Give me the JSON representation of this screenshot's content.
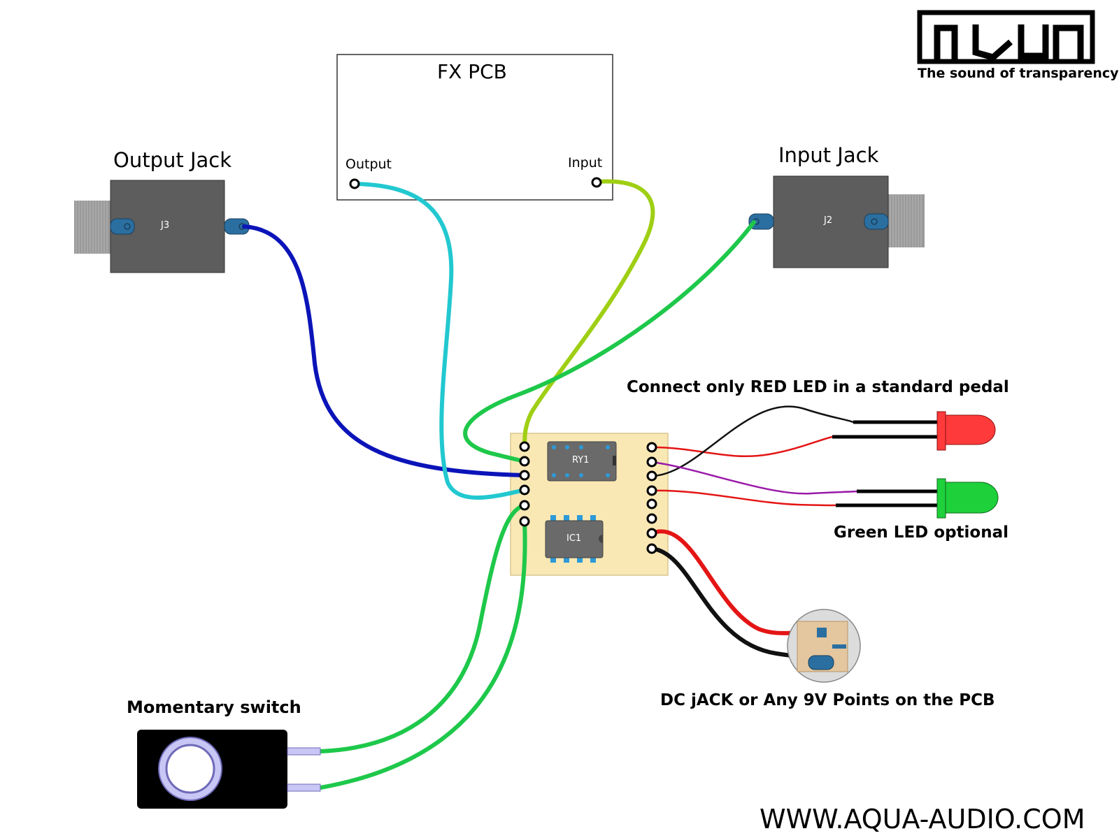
{
  "logo": {
    "text": "NVUN",
    "tagline": "The sound of transparency"
  },
  "fx_pcb": {
    "title": "FX PCB",
    "output_label": "Output",
    "input_label": "Input"
  },
  "output_jack": {
    "title": "Output Jack",
    "ref": "J3"
  },
  "input_jack": {
    "title": "Input Jack",
    "ref": "J2"
  },
  "relay": {
    "ref": "RY1"
  },
  "ic": {
    "ref": "IC1"
  },
  "leds": {
    "red_note": "Connect only RED LED in a standard pedal",
    "green_note": "Green LED optional"
  },
  "dc_jack": {
    "note": "DC jACK or Any 9V Points on the PCB"
  },
  "switch": {
    "title": "Momentary switch"
  },
  "website": "WWW.AQUA-AUDIO.COM",
  "colors": {
    "wire_output": "#0b14b8",
    "wire_fx_out": "#22c8d0",
    "wire_fx_in": "#9fcf14",
    "wire_input": "#1ec84a",
    "wire_switch": "#1ec84a",
    "wire_red": "#e41515",
    "wire_black": "#111111",
    "wire_purple": "#9a1aa8",
    "board": "#f9e8b4",
    "jack_body": "#5d5d5d",
    "led_red": "#ff3a3a",
    "led_green": "#1ed03a"
  }
}
